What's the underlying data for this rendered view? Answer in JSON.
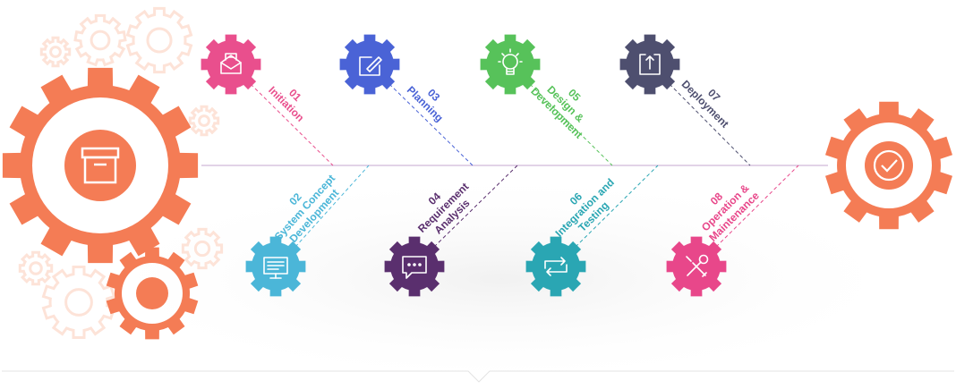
{
  "colors": {
    "orange": "#f47c55",
    "orange_light": "#fde3d8",
    "timeline": "#c4a7cf"
  },
  "steps": [
    {
      "number": "01",
      "lines": [
        "Initiation"
      ],
      "color": "#e94f8d",
      "icon": "envelope-document-icon"
    },
    {
      "number": "02",
      "lines": [
        "System Concept",
        "Development"
      ],
      "color": "#4bb6d8",
      "icon": "presentation-monitor-icon"
    },
    {
      "number": "03",
      "lines": [
        "Planning"
      ],
      "color": "#4a63d6",
      "icon": "pencil-note-icon"
    },
    {
      "number": "04",
      "lines": [
        "Requirement",
        "Analysis"
      ],
      "color": "#5a2f6e",
      "icon": "chat-bubble-icon"
    },
    {
      "number": "05",
      "lines": [
        "Design &",
        "Development"
      ],
      "color": "#57c25a",
      "icon": "lightbulb-icon"
    },
    {
      "number": "06",
      "lines": [
        "Integration and",
        "Testing"
      ],
      "color": "#2aa6b3",
      "icon": "sync-arrows-icon"
    },
    {
      "number": "07",
      "lines": [
        "Deployment"
      ],
      "color": "#4e4f6f",
      "icon": "upload-box-icon"
    },
    {
      "number": "08",
      "lines": [
        "Operation &",
        "Maintenance"
      ],
      "color": "#e8478a",
      "icon": "wrench-screwdriver-icon"
    }
  ]
}
